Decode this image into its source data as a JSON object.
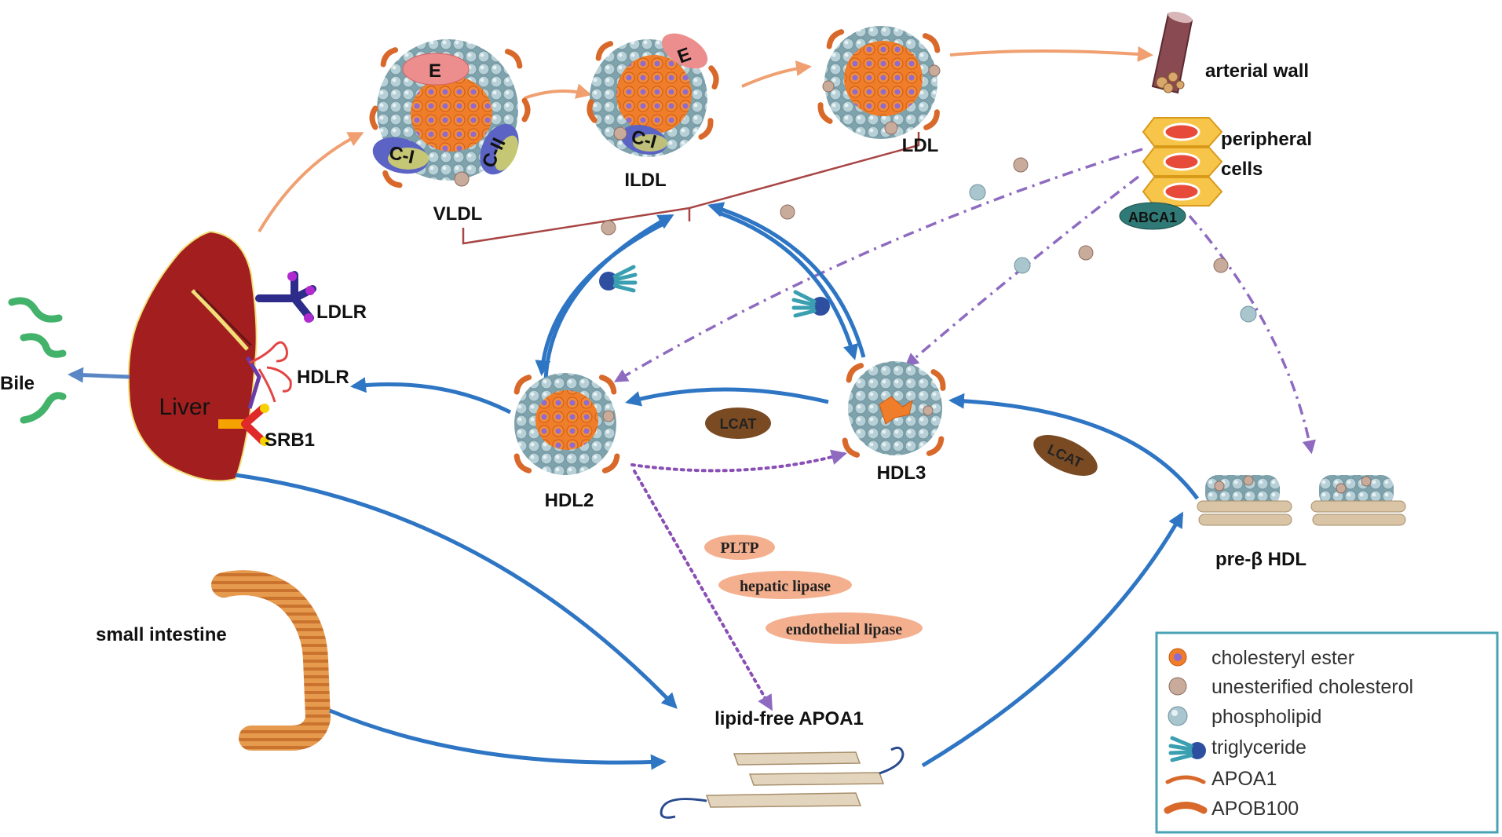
{
  "labels": {
    "vldl": "VLDL",
    "ildl": "ILDL",
    "ldl": "LDL",
    "arterial_wall": "arterial wall",
    "peripheral_cells": "peripheral",
    "peripheral_cells_2": "cells",
    "abca1": "ABCA1",
    "liver": "Liver",
    "ldlr": "LDLR",
    "hdlr": "HDLR",
    "srb1": "SRB1",
    "bile": "Bile",
    "hdl2": "HDL2",
    "hdl3": "HDL3",
    "lcat_1": "LCAT",
    "lcat_2": "LCAT",
    "pre_beta_hdl": "pre-β HDL",
    "pltp": "PLTP",
    "hepatic_lipase": "hepatic lipase",
    "endothelial_lipase": "endothelial lipase",
    "small_intestine": "small intestine",
    "lipid_free_apoa1": "lipid-free APOA1",
    "apo_e_1": "E",
    "apo_e_2": "E",
    "apo_ci_1": "C-I",
    "apo_cii": "C-II",
    "apo_ci_2": "C-I"
  },
  "legend": {
    "items": [
      {
        "icon": "cholesteryl-ester-icon",
        "label": "cholesteryl ester"
      },
      {
        "icon": "unesterified-cholesterol-icon",
        "label": "unesterified cholesterol"
      },
      {
        "icon": "phospholipid-icon",
        "label": "phospholipid"
      },
      {
        "icon": "triglyceride-icon",
        "label": "triglyceride"
      },
      {
        "icon": "apoa1-icon",
        "label": "APOA1"
      },
      {
        "icon": "apob100-icon",
        "label": "APOB100"
      }
    ]
  },
  "colors": {
    "flow_blue": "#2e75c4",
    "flow_orange": "#f0a070",
    "flow_purple": "#8e6bc0",
    "liver": "#a31f1f",
    "cholesteryl_ester": "#f07d2a",
    "phospholipid": "#a9c6cf",
    "unesterified_cholesterol": "#c9ab9b",
    "lcat": "#7a4a23",
    "enzyme_pink": "#f4b08e",
    "abca1": "#2f7a76",
    "legend_border": "#4aa3b5"
  }
}
